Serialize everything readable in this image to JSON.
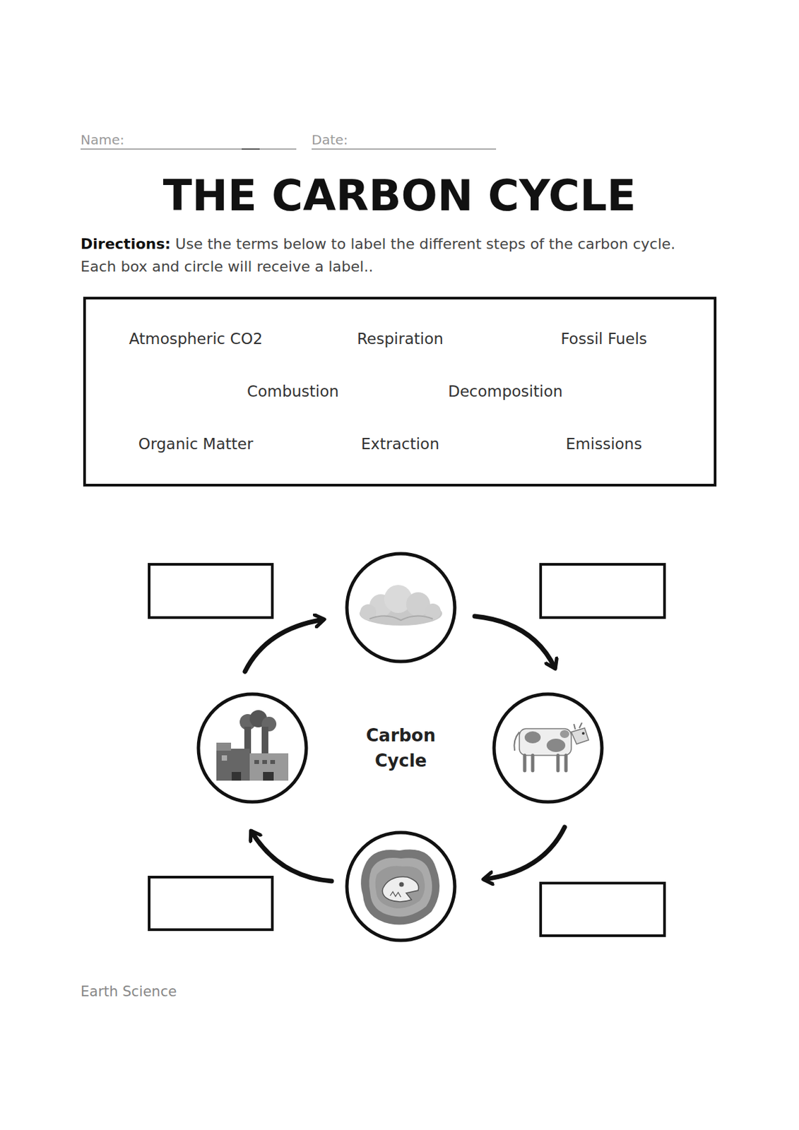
{
  "diagram": {
    "title": "THE CARBON CYCLE",
    "nodes": [
      {
        "text": [
          "Atmospheric CO2",
          "Respiration",
          "Fossil Fuels",
          "Combustion",
          "Decomposition",
          "Organic Matter",
          "Extraction",
          "Emissions"
        ]
      }
    ],
    "labels": [
      "Name:",
      "Date:",
      "Directions:",
      "Use the terms below to label the different steps of the carbon cycle. Each box and circle will receive a label..",
      "Carbon Cycle",
      "Earth Science"
    ]
  }
}
